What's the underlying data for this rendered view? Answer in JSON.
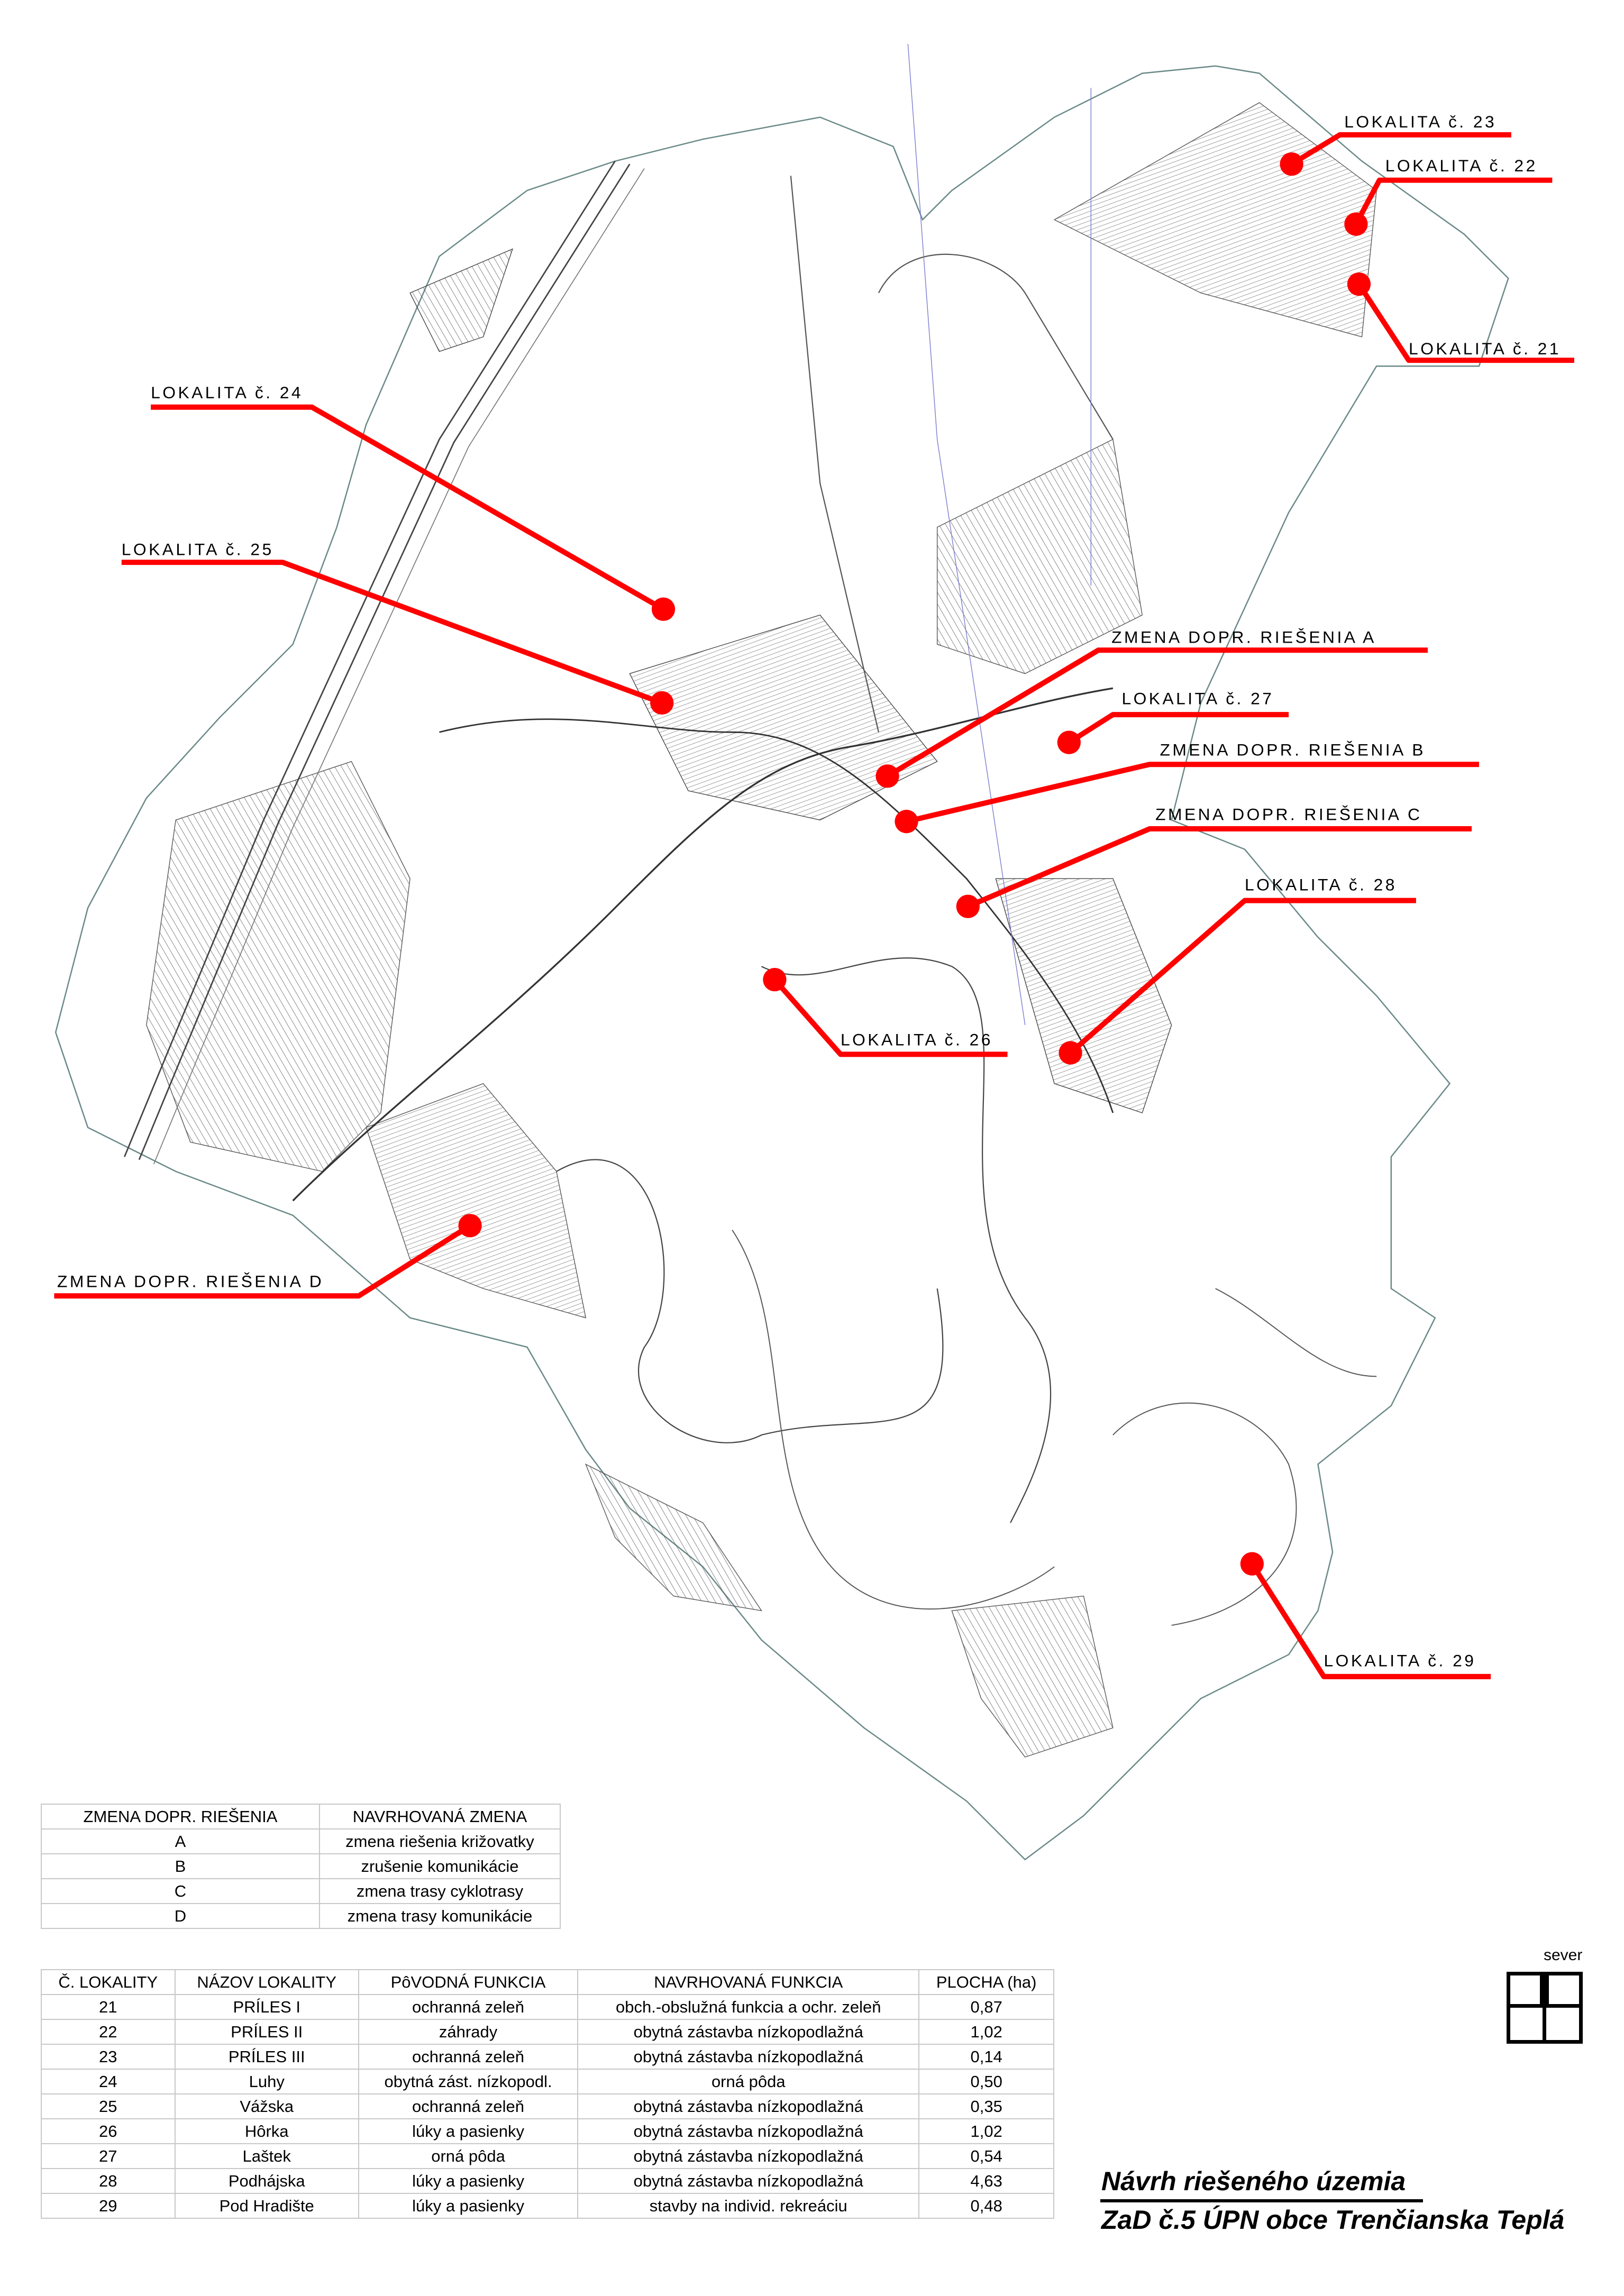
{
  "map": {
    "callouts": {
      "l21": "LOKALITA  č.  21",
      "l22": "LOKALITA  č.  22",
      "l23": "LOKALITA  č.  23",
      "l24": "LOKALITA  č.  24",
      "l25": "LOKALITA  č.  25",
      "l26": "LOKALITA  č.  26",
      "l27": "LOKALITA  č.  27",
      "l28": "LOKALITA  č.  28",
      "l29": "LOKALITA  č.  29",
      "za": "ZMENA  DOPR.  RIEŠENIA   A",
      "zb": "ZMENA  DOPR.  RIEŠENIA   B",
      "zc": "ZMENA  DOPR.  RIEŠENIA   C",
      "zd": "ZMENA  DOPR.  RIEŠENIA   D"
    },
    "callout_color": "#ff0000"
  },
  "traffic_table": {
    "headers": [
      "ZMENA DOPR. RIEŠENIA",
      "NAVRHOVANÁ ZMENA"
    ],
    "rows": [
      [
        "A",
        "zmena riešenia križovatky"
      ],
      [
        "B",
        "zrušenie komunikácie"
      ],
      [
        "C",
        "zmena trasy cyklotrasy"
      ],
      [
        "D",
        "zmena trasy komunikácie"
      ]
    ]
  },
  "locality_table": {
    "headers": [
      "Č. LOKALITY",
      "NÁZOV LOKALITY",
      "PôVODNÁ FUNKCIA",
      "NAVRHOVANÁ FUNKCIA",
      "PLOCHA (ha)"
    ],
    "rows": [
      [
        "21",
        "PRÍLES I",
        "ochranná zeleň",
        "obch.-obslužná funkcia a ochr. zeleň",
        "0,87"
      ],
      [
        "22",
        "PRÍLES II",
        "záhrady",
        "obytná zástavba nízkopodlažná",
        "1,02"
      ],
      [
        "23",
        "PRÍLES III",
        "ochranná zeleň",
        "obytná zástavba nízkopodlažná",
        "0,14"
      ],
      [
        "24",
        "Luhy",
        "obytná zást. nízkopodl.",
        "orná pôda",
        "0,50"
      ],
      [
        "25",
        "Vážska",
        "ochranná zeleň",
        "obytná zástavba nízkopodlažná",
        "0,35"
      ],
      [
        "26",
        "Hôrka",
        "lúky a pasienky",
        "obytná zástavba nízkopodlažná",
        "1,02"
      ],
      [
        "27",
        "Laštek",
        "orná pôda",
        "obytná zástavba nízkopodlažná",
        "0,54"
      ],
      [
        "28",
        "Podhájska",
        "lúky a pasienky",
        "obytná zástavba nízkopodlažná",
        "4,63"
      ],
      [
        "29",
        "Pod Hradište",
        "lúky a pasienky",
        "stavby na individ. rekreáciu",
        "0,48"
      ]
    ]
  },
  "north_arrow": {
    "label": "sever"
  },
  "title": {
    "line1": "Návrh riešeného územia",
    "line2": "ZaD č.5 ÚPN obce Trenčianska Teplá"
  }
}
